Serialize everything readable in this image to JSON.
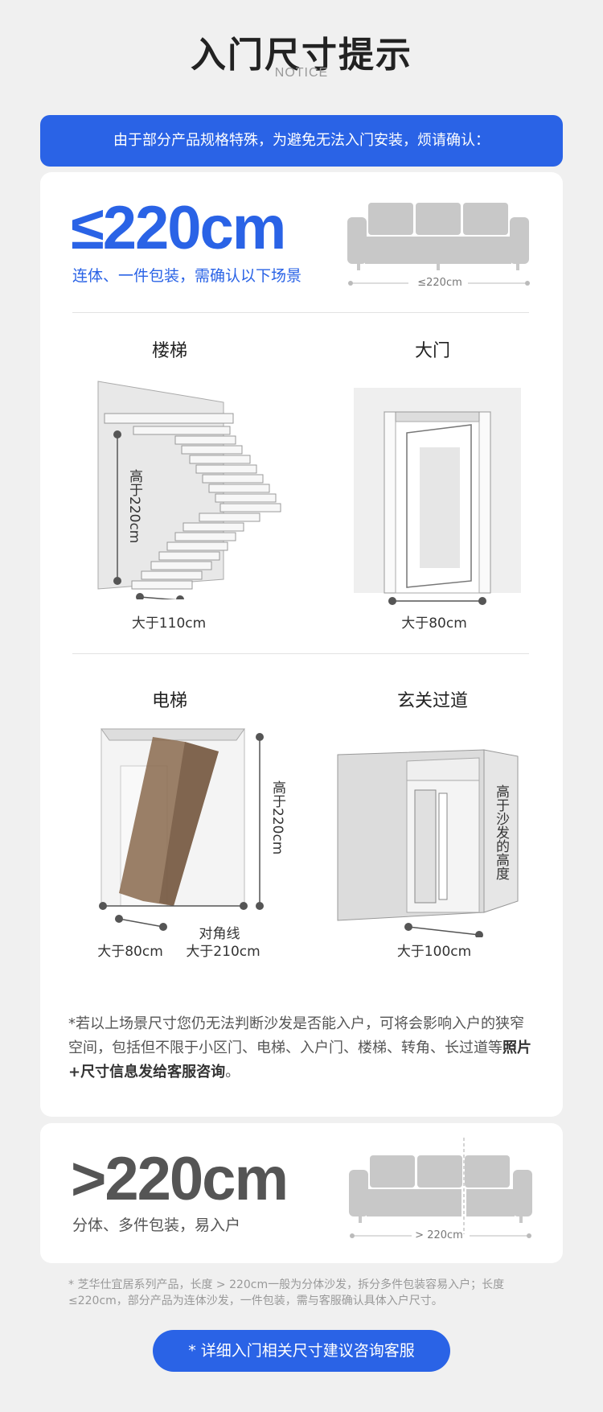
{
  "header": {
    "title": "入门尺寸提示",
    "subtitle": "NOTICE"
  },
  "banner": {
    "text": "由于部分产品规格特殊，为避免无法入门安装，烦请确认："
  },
  "section_small": {
    "size_label": "≤220cm",
    "desc": "连体、一件包装，需确认以下场景",
    "sofa_caption": "≤220cm"
  },
  "scenes": {
    "stairs": {
      "title": "楼梯",
      "height_label": "高于220cm",
      "width_label": "大于110cm"
    },
    "door": {
      "title": "大门",
      "width_label": "大于80cm"
    },
    "elevator": {
      "title": "电梯",
      "height_label": "高于220cm",
      "diag_title": "对角线",
      "width_label": "大于80cm",
      "diag_label": "大于210cm"
    },
    "hallway": {
      "title": "玄关过道",
      "height_label": "高于沙发的高度",
      "width_label": "大于100cm"
    }
  },
  "note": {
    "prefix": "*若以上场景尺寸您仍无法判断沙发是否能入户，可将会影响入户的狭窄空间，包括但不限于小区门、电梯、入户门、楼梯、转角、长过道等",
    "bold": "照片+尺寸信息发给客服咨询",
    "suffix": "。"
  },
  "section_large": {
    "size_label": ">220cm",
    "desc": "分体、多件包装，易入户",
    "sofa_caption": "> 220cm"
  },
  "footer_note": "* 芝华仕宜居系列产品，长度 > 220cm一般为分体沙发，拆分多件包装容易入户；长度≤220cm，部分产品为连体沙发，一件包装，需与客服确认具体入户尺寸。",
  "cta": {
    "label": "* 详细入门相关尺寸建议咨询客服"
  },
  "colors": {
    "accent": "#2a63e6",
    "sofa": "#c8c8c8"
  }
}
